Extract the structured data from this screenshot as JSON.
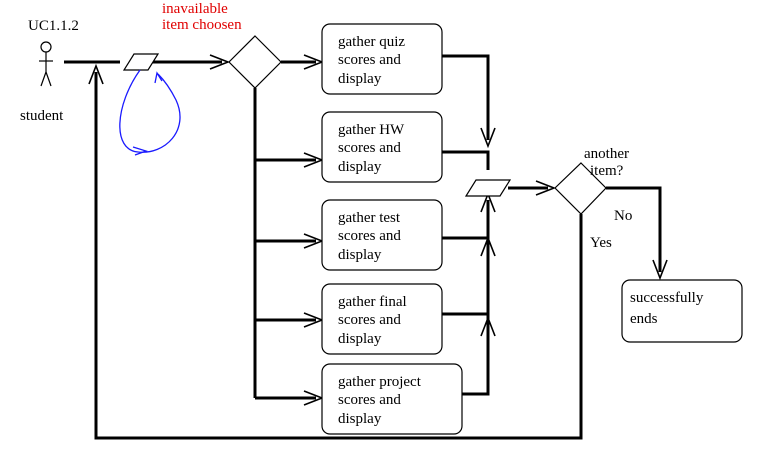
{
  "diagram": {
    "use_case_id": "UC1.1.2",
    "actor": "student",
    "invalid_note": [
      "inavailable",
      "item choosen"
    ],
    "activities": [
      [
        "gather quiz",
        "scores and",
        "display"
      ],
      [
        "gather HW",
        "scores and",
        "display"
      ],
      [
        "gather test",
        "scores and",
        "display"
      ],
      [
        "gather final",
        "scores and",
        "display"
      ],
      [
        "gather project",
        "scores and",
        "display"
      ]
    ],
    "decision_question": [
      "another",
      "item?"
    ],
    "label_no": "No",
    "label_yes": "Yes",
    "end_box": [
      "successfully",
      "ends"
    ],
    "colors": {
      "text": "#000000",
      "note": "#e00000",
      "loop": "#1a1aff"
    }
  }
}
